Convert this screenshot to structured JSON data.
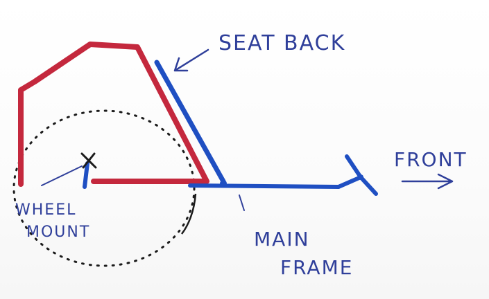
{
  "labels": {
    "seat_back": "SEAT BACK",
    "front": "FRONT",
    "wheel": "WHEEL",
    "mount": "MOUNT",
    "main": "MAIN",
    "frame": "FRAME"
  },
  "colors": {
    "red_frame": "#c4283d",
    "blue_frame": "#1f4fc2",
    "ink": "#2f3f9a",
    "dotted": "#1b1b1b",
    "paper": "#ffffff"
  }
}
